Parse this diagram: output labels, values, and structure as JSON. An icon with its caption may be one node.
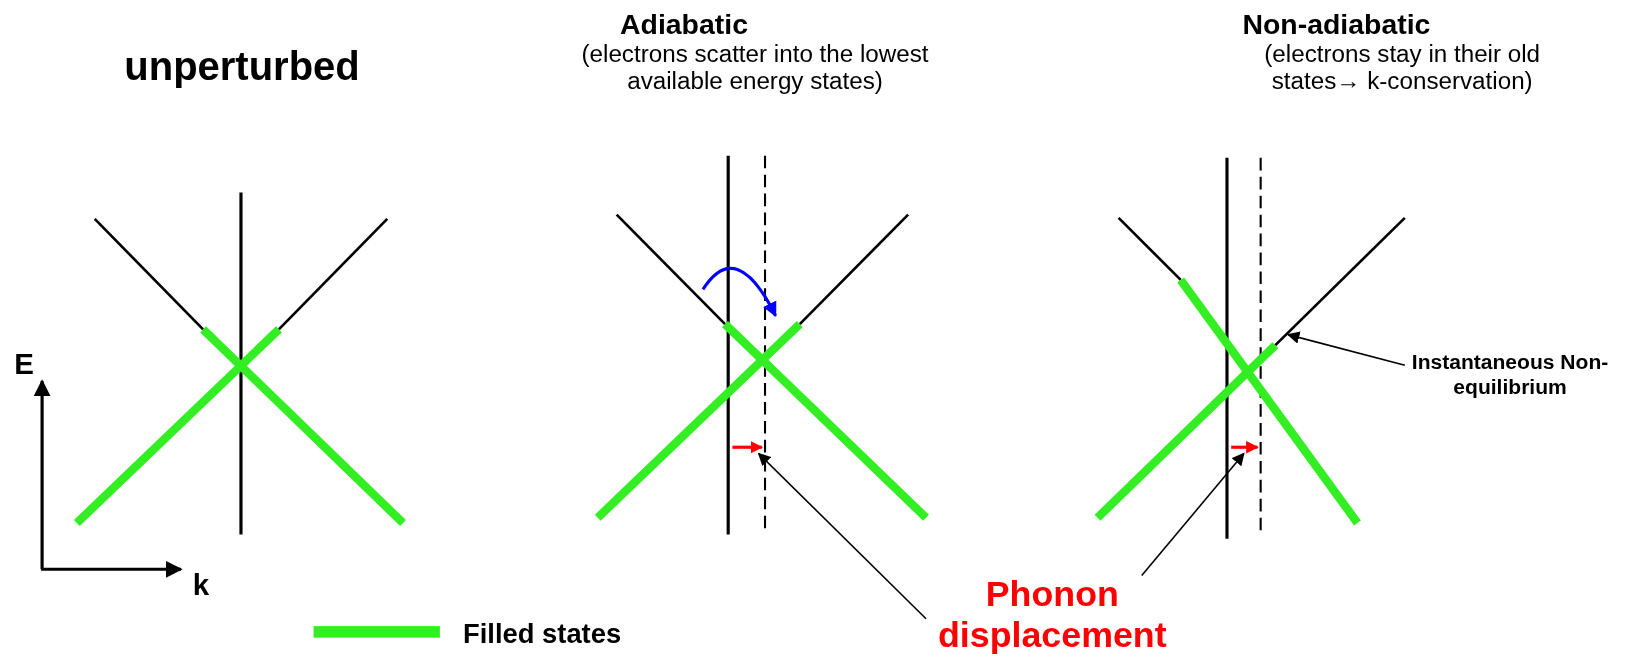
{
  "diagram": {
    "nodes": [
      {
        "text": [],
        "shape": "arrow"
      },
      {
        "text": [],
        "shape": "arrow"
      },
      {
        "text": [],
        "shape": "line"
      },
      {
        "text": [
          "Instantaneous Non-equilibrium"
        ]
      },
      {
        "text": [
          "Phonon displacement"
        ]
      }
    ],
    "edges": [
      {
        "from": 4,
        "to": 0,
        "arrow": "to"
      },
      {
        "from": 4,
        "to": 1,
        "arrow": "to"
      },
      {
        "from": 3,
        "to": 2,
        "arrow": "to"
      }
    ],
    "labels": [
      "unperturbed",
      "Adiabatic",
      "(electrons scatter into the lowest available energy states)",
      "Non-adiabatic",
      "(electrons stay in their old states→ k-conservation)",
      "E",
      "k"
    ],
    "legend": [
      {
        "text": "Filled states",
        "color": "#33ee22"
      }
    ]
  }
}
